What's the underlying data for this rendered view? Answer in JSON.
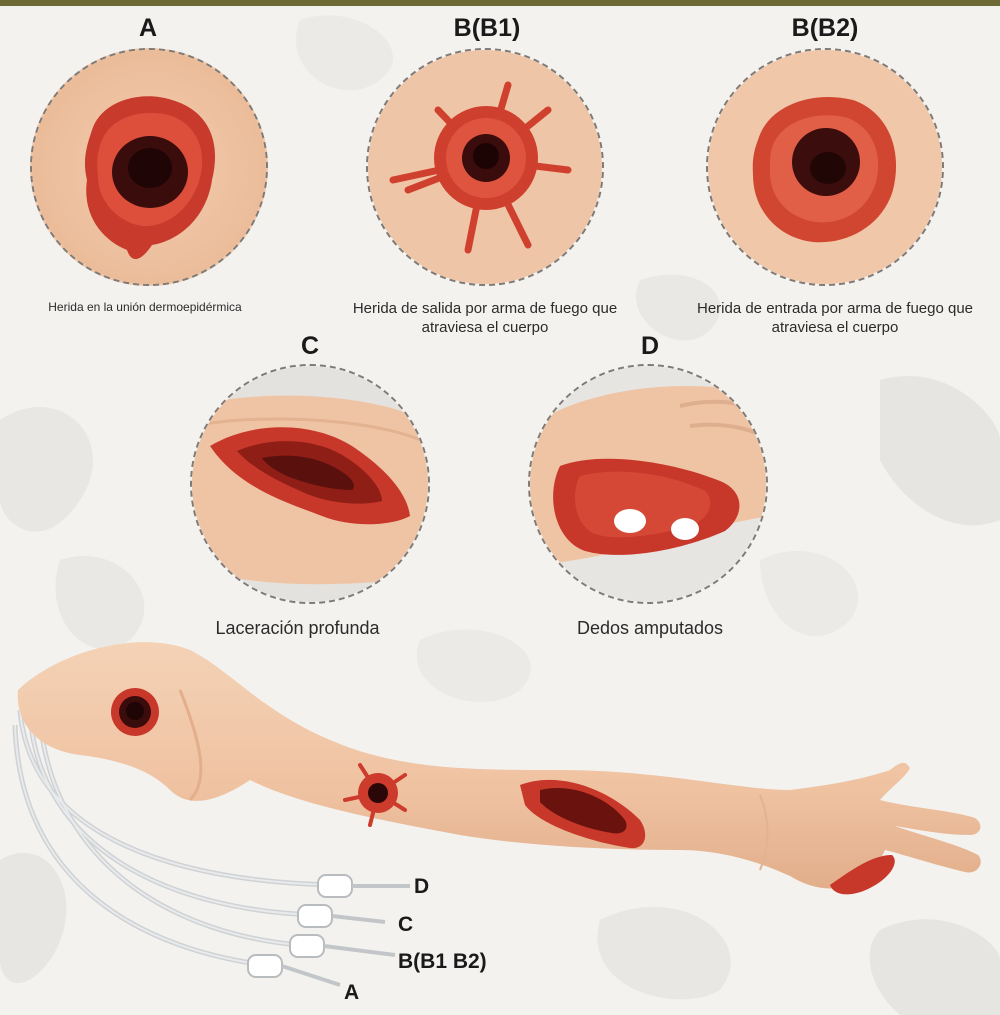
{
  "panels": {
    "a": {
      "letter": "A",
      "caption": "Herida en la unión dermoepidérmica"
    },
    "b1": {
      "letter": "B(B1)",
      "caption_line1": "Herida de salida por arma de fuego que",
      "caption_line2": "atraviesa el cuerpo"
    },
    "b2": {
      "letter": "B(B2)",
      "caption_line1": "Herida de entrada por arma de fuego que",
      "caption_line2": "atraviesa el cuerpo"
    },
    "c": {
      "letter": "C",
      "caption": "Laceración profunda"
    },
    "d": {
      "letter": "D",
      "caption": "Dedos amputados"
    }
  },
  "tubes": {
    "d": "D",
    "c": "C",
    "b": "B(B1 B2)",
    "a": "A"
  },
  "colors": {
    "skin": "#f1c9ab",
    "wound": "#c8382a",
    "wound_dark": "#3a0c0c",
    "background": "#f3f2ef"
  }
}
